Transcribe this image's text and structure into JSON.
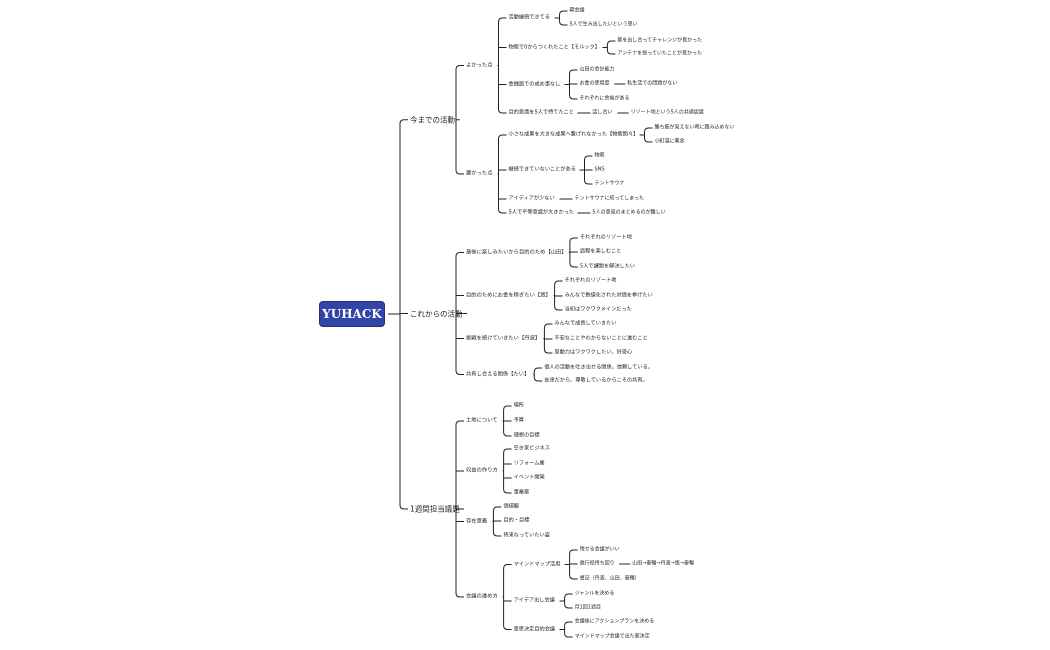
{
  "root": "YUHACK",
  "branches": [
    {
      "text": "今までの活動",
      "children": [
        {
          "text": "よかった点",
          "children": [
            {
              "text": "活動継続できてる",
              "children": [
                {
                  "text": "朝会議"
                },
                {
                  "text": "5人で生み出したいという思い"
                }
              ]
            },
            {
              "text": "物販で0からつくれたこと【モルック】",
              "children": [
                {
                  "text": "案を出し合ってチャレンジが良かった"
                },
                {
                  "text": "アンテナを張っていたことが良かった"
                }
              ]
            },
            {
              "text": "金銭面での成め事なし",
              "children": [
                {
                  "text": "山田の会計能力"
                },
                {
                  "text": "お金の使用度",
                  "children": [
                    {
                      "text": "私生活での問題がない"
                    }
                  ]
                },
                {
                  "text": "それぞれに余裕がある"
                }
              ]
            },
            {
              "text": "目的意識を5人で持てたこと",
              "children": [
                {
                  "text": "話し合い",
                  "children": [
                    {
                      "text": "リゾート地という5人の共通認識"
                    }
                  ]
                }
              ]
            }
          ]
        },
        {
          "text": "悪かった点",
          "children": [
            {
              "text": "小さな成果を大きな成果へ繋げれなかった【物販関々】",
              "children": [
                {
                  "text": "勝ち筋が見えない時に踏み込めない"
                },
                {
                  "text": "小町湯に著念"
                }
              ]
            },
            {
              "text": "継続できていないことがある",
              "children": [
                {
                  "text": "物販"
                },
                {
                  "text": "SNS"
                },
                {
                  "text": "テントサウナ"
                }
              ]
            },
            {
              "text": "アイディアが少ない",
              "children": [
                {
                  "text": "テントサウナに絞ってしまった"
                }
              ]
            },
            {
              "text": "5人で平等意識が大きかった",
              "children": [
                {
                  "text": "5人の意見のまとめるのが難しい"
                }
              ]
            }
          ]
        }
      ]
    },
    {
      "text": "これからの活動",
      "children": [
        {
          "text": "最後に楽しみたいから目的のため【山田】",
          "children": [
            {
              "text": "それぞれのリゾート地"
            },
            {
              "text": "過程を楽しむこと"
            },
            {
              "text": "5人で課題を解決したい"
            }
          ]
        },
        {
          "text": "目的のためにお金を稼ぎたい【悠】",
          "children": [
            {
              "text": "それぞれのリゾート地"
            },
            {
              "text": "みんなで数値化された対価を挙げたい"
            },
            {
              "text": "当初はワクワクメインだった"
            }
          ]
        },
        {
          "text": "挑戦を続けていきたい【丹波】",
          "children": [
            {
              "text": "みんなで成長していきたい"
            },
            {
              "text": "不安なことやわからないことに進むこと"
            },
            {
              "text": "原動力はワクワクしたい。好奇心"
            }
          ]
        },
        {
          "text": "共有し合える関係【たい】",
          "children": [
            {
              "text": "個人の活動を吐き出せる関係。信頼している。"
            },
            {
              "text": "友達だから、尊敬しているからこその共有。"
            }
          ]
        }
      ]
    },
    {
      "text": "1週間担当議題",
      "children": [
        {
          "text": "土地について",
          "children": [
            {
              "text": "場所"
            },
            {
              "text": "予算"
            },
            {
              "text": "理想の目標"
            }
          ]
        },
        {
          "text": "収益の作り方",
          "children": [
            {
              "text": "空き家ビジネス"
            },
            {
              "text": "リフォーム業"
            },
            {
              "text": "イベント開発"
            },
            {
              "text": "事業案"
            }
          ]
        },
        {
          "text": "存在意義",
          "children": [
            {
              "text": "価値観"
            },
            {
              "text": "目的・目標"
            },
            {
              "text": "将来なっていたい姿"
            }
          ]
        },
        {
          "text": "会議の進め方",
          "children": [
            {
              "text": "マインドマップ活用",
              "children": [
                {
                  "text": "残せる会議がいい"
                },
                {
                  "text": "進行役持ち回り",
                  "children": [
                    {
                      "text": "山田→泰暢→丹波→悠→泰暢"
                    }
                  ]
                },
                {
                  "text": "書記（丹波、山田、泰暢）"
                }
              ]
            },
            {
              "text": "アイデア出し会議",
              "children": [
                {
                  "text": "ジャンルを決める"
                },
                {
                  "text": "月1回1週目"
                }
              ]
            },
            {
              "text": "意思決定目的会議",
              "children": [
                {
                  "text": "会議後にアクションプランを決める"
                },
                {
                  "text": "マインドマップ会議で出た案決定"
                }
              ]
            }
          ]
        }
      ]
    }
  ]
}
